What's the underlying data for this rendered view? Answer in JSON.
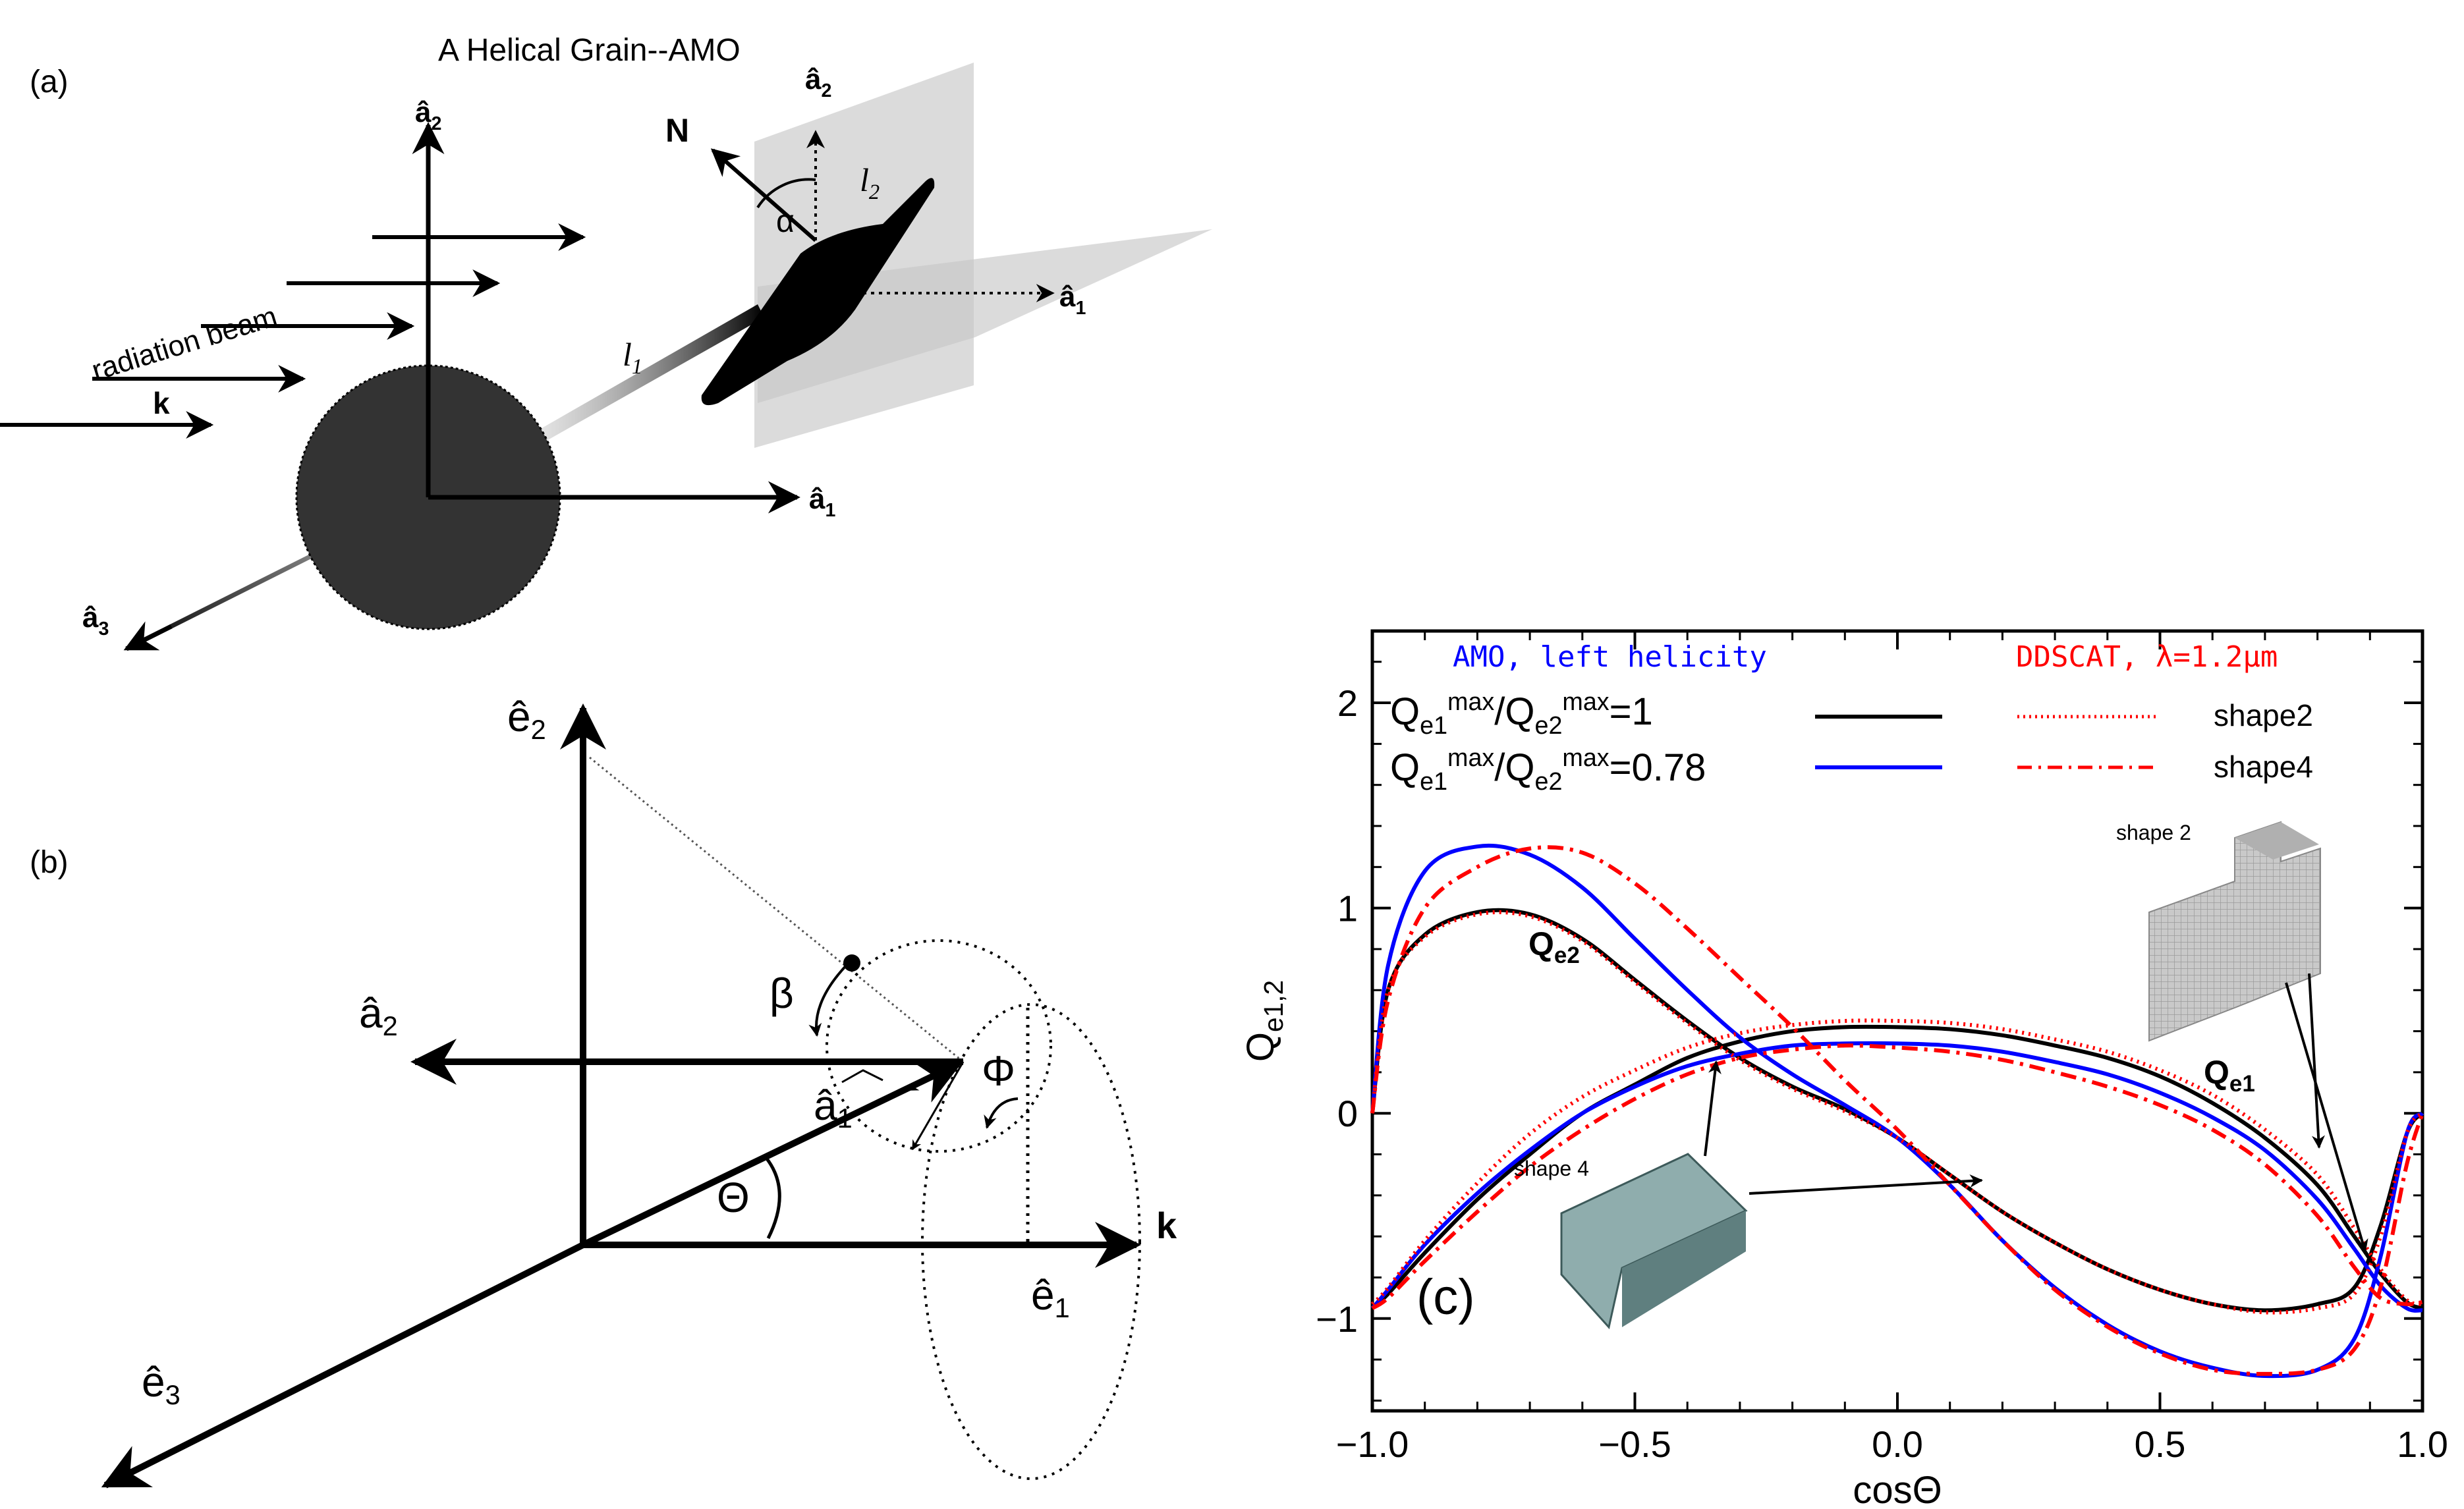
{
  "panel_a": {
    "panel_label": "(a)",
    "title": "A Helical Grain--AMO",
    "a2_main": "â2",
    "a1_main": "â1",
    "a3_main": "â3",
    "a2_plane": "â2",
    "a1_plane": "â1",
    "normal_label": "N",
    "alpha_label": "α",
    "l1_label": "l1",
    "l2_label": "l2",
    "beam_label": "radiation beam",
    "k_label": "k"
  },
  "panel_b": {
    "panel_label": "(b)",
    "e2_label": "ê2",
    "e1_label": "ê1",
    "e3_label": "ê3",
    "a2_label": "â2",
    "a1_label": "â1",
    "beta_label": "β",
    "phi_label": "Φ",
    "theta_label": "Θ",
    "k_label": "k"
  },
  "panel_c": {
    "panel_label": "(c)",
    "legend": {
      "amo_header": "AMO, left helicity",
      "ddscat_header": "DDSCAT, λ=1.2μm",
      "ratio1": "Qe1max/Qe2max=1",
      "ratio2": "Qe1max/Qe2max=0.78",
      "shape2": "shape2",
      "shape4": "shape4"
    },
    "inset_shape2": "shape 2",
    "inset_shape4": "shape 4",
    "curve_qe2": "Qe2",
    "curve_qe1": "Qe1",
    "colors": {
      "amo": "#0000ff",
      "ddscat": "#ff0000",
      "black": "#000000"
    }
  },
  "chart_data": {
    "type": "line",
    "xlabel": "cosΘ",
    "ylabel": "Qe1,2",
    "xlim": [
      -1.0,
      1.0
    ],
    "ylim": [
      -1.45,
      2.35
    ],
    "xticks": [
      -1.0,
      -0.5,
      0.0,
      0.5,
      1.0
    ],
    "xtick_labels": [
      "−1.0",
      "−0.5",
      "0.0",
      "0.5",
      "1.0"
    ],
    "yticks": [
      -1,
      0,
      1,
      2
    ],
    "ytick_labels": [
      "−1",
      "0",
      "1",
      "2"
    ],
    "x": [
      -1.0,
      -0.97,
      -0.9,
      -0.8,
      -0.7,
      -0.6,
      -0.5,
      -0.4,
      -0.3,
      -0.2,
      -0.1,
      0.0,
      0.1,
      0.2,
      0.3,
      0.4,
      0.5,
      0.6,
      0.7,
      0.8,
      0.87,
      0.92,
      0.97,
      1.0
    ],
    "series": [
      {
        "name": "Qe2",
        "curve": "AMO ratio 1",
        "color": "#000000",
        "style": "solid",
        "values": [
          0.0,
          0.6,
          0.87,
          0.98,
          0.97,
          0.85,
          0.65,
          0.45,
          0.27,
          0.13,
          0.02,
          -0.12,
          -0.3,
          -0.48,
          -0.63,
          -0.76,
          -0.86,
          -0.93,
          -0.96,
          -0.93,
          -0.85,
          -0.55,
          -0.1,
          0.0
        ]
      },
      {
        "name": "Qe1",
        "curve": "AMO ratio 1",
        "color": "#000000",
        "style": "solid",
        "values": [
          -0.95,
          -0.88,
          -0.68,
          -0.42,
          -0.2,
          0.0,
          0.14,
          0.27,
          0.35,
          0.4,
          0.42,
          0.42,
          0.41,
          0.38,
          0.33,
          0.27,
          0.18,
          0.05,
          -0.12,
          -0.35,
          -0.6,
          -0.78,
          -0.92,
          -0.95
        ]
      },
      {
        "name": "Qe2",
        "curve": "AMO ratio 0.78",
        "color": "#0000ff",
        "style": "solid",
        "values": [
          0.0,
          0.72,
          1.18,
          1.3,
          1.26,
          1.1,
          0.85,
          0.6,
          0.37,
          0.19,
          0.04,
          -0.12,
          -0.35,
          -0.62,
          -0.85,
          -1.03,
          -1.16,
          -1.24,
          -1.28,
          -1.25,
          -1.1,
          -0.7,
          -0.1,
          0.0
        ]
      },
      {
        "name": "Qe1",
        "curve": "AMO ratio 0.78",
        "color": "#0000ff",
        "style": "solid",
        "values": [
          -0.95,
          -0.86,
          -0.64,
          -0.39,
          -0.18,
          0.0,
          0.13,
          0.23,
          0.29,
          0.33,
          0.34,
          0.34,
          0.33,
          0.3,
          0.25,
          0.19,
          0.1,
          -0.02,
          -0.18,
          -0.42,
          -0.66,
          -0.84,
          -0.95,
          -0.96
        ]
      },
      {
        "name": "shape2",
        "curve": "Qe2",
        "color": "#ff0000",
        "style": "dotted",
        "values": [
          0.0,
          0.6,
          0.86,
          0.97,
          0.96,
          0.84,
          0.64,
          0.44,
          0.26,
          0.12,
          0.01,
          -0.12,
          -0.3,
          -0.48,
          -0.63,
          -0.76,
          -0.86,
          -0.93,
          -0.97,
          -0.95,
          -0.88,
          -0.6,
          -0.1,
          0.0
        ]
      },
      {
        "name": "shape2",
        "curve": "Qe1",
        "color": "#ff0000",
        "style": "dotted",
        "values": [
          -0.93,
          -0.85,
          -0.62,
          -0.34,
          -0.1,
          0.08,
          0.21,
          0.32,
          0.39,
          0.43,
          0.45,
          0.45,
          0.44,
          0.41,
          0.36,
          0.3,
          0.21,
          0.09,
          -0.08,
          -0.3,
          -0.56,
          -0.76,
          -0.91,
          -0.93
        ]
      },
      {
        "name": "shape4",
        "curve": "Qe2",
        "color": "#ff0000",
        "style": "dashdot",
        "values": [
          0.0,
          0.55,
          1.0,
          1.2,
          1.29,
          1.27,
          1.12,
          0.9,
          0.66,
          0.42,
          0.16,
          -0.08,
          -0.35,
          -0.62,
          -0.86,
          -1.04,
          -1.17,
          -1.25,
          -1.27,
          -1.25,
          -1.15,
          -0.85,
          -0.25,
          0.0
        ]
      },
      {
        "name": "shape4",
        "curve": "Qe1",
        "color": "#ff0000",
        "style": "dashdot",
        "values": [
          -0.95,
          -0.9,
          -0.72,
          -0.48,
          -0.26,
          -0.08,
          0.07,
          0.19,
          0.27,
          0.31,
          0.33,
          0.32,
          0.3,
          0.26,
          0.2,
          0.13,
          0.04,
          -0.08,
          -0.25,
          -0.5,
          -0.75,
          -0.9,
          -0.93,
          -0.92
        ]
      }
    ]
  }
}
